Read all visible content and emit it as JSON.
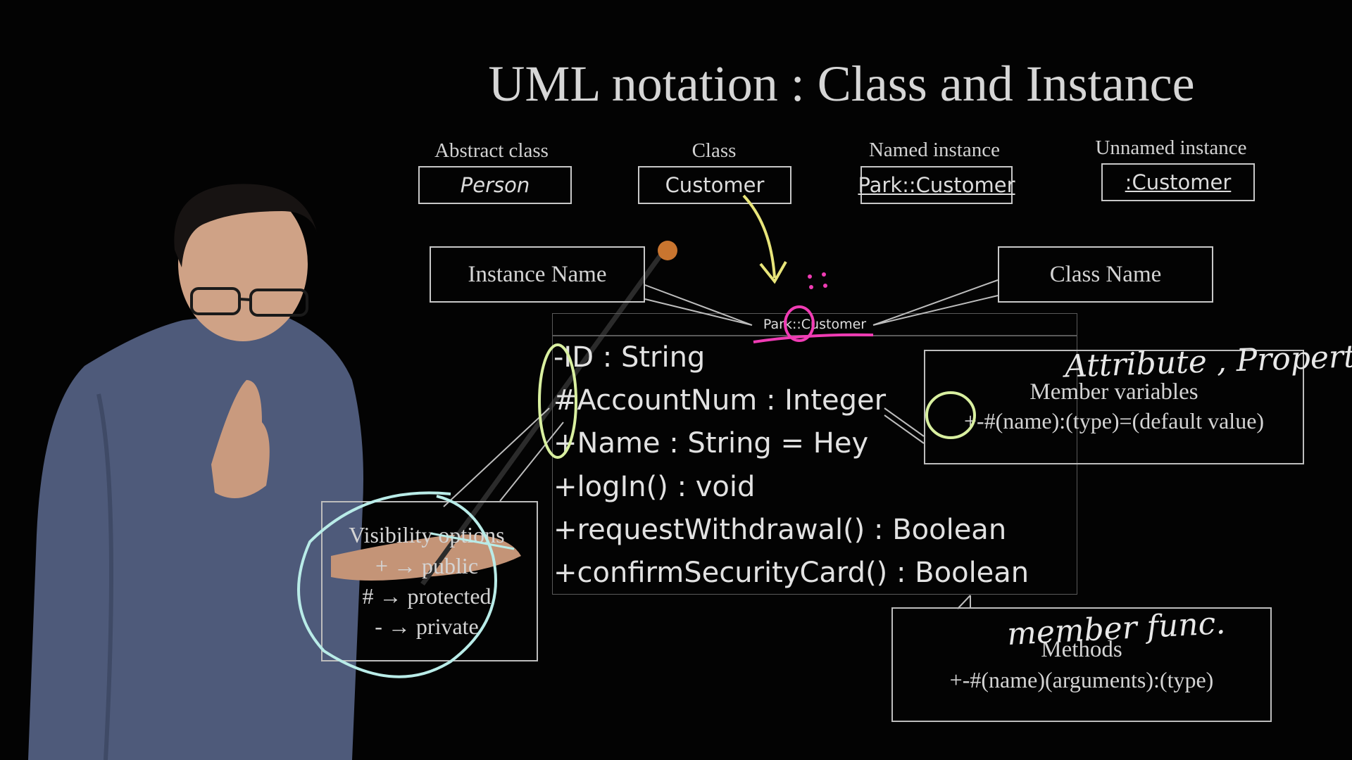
{
  "title": "UML notation : Class and Instance",
  "examples": [
    {
      "caption": "Abstract class",
      "box_text": "Person"
    },
    {
      "caption": "Class",
      "box_text": "Customer"
    },
    {
      "caption": "Named instance",
      "box_text": "Park::Customer"
    },
    {
      "caption": "Unnamed instance",
      "box_text": ":Customer"
    }
  ],
  "callouts": {
    "instance_name": "Instance Name",
    "class_name": "Class Name"
  },
  "uml_class": {
    "header": "Park::Customer",
    "attributes": [
      "-ID : String",
      "#AccountNum : Integer",
      "+Name : String = Hey"
    ],
    "methods": [
      "+logIn() : void",
      "+requestWithdrawal() : Boolean",
      "+confirmSecurityCard() : Boolean"
    ]
  },
  "member_variables": {
    "heading": "Member variables",
    "syntax": "+-#(name):(type)=(default value)"
  },
  "methods_box": {
    "heading": "Methods",
    "syntax": "+-#(name)(arguments):(type)"
  },
  "visibility": {
    "heading": "Visibility options",
    "items": [
      "+ → public",
      "# → protected",
      "- → private"
    ]
  },
  "handwritten": {
    "attribute_note": "Attribute , Property",
    "member_note": "member func."
  },
  "colors": {
    "background": "#030303",
    "ink_yellow": "#e8e57a",
    "ink_pink": "#f03cb4",
    "ink_cyan": "#b9ece8",
    "ink_green": "#d9f0a0"
  }
}
